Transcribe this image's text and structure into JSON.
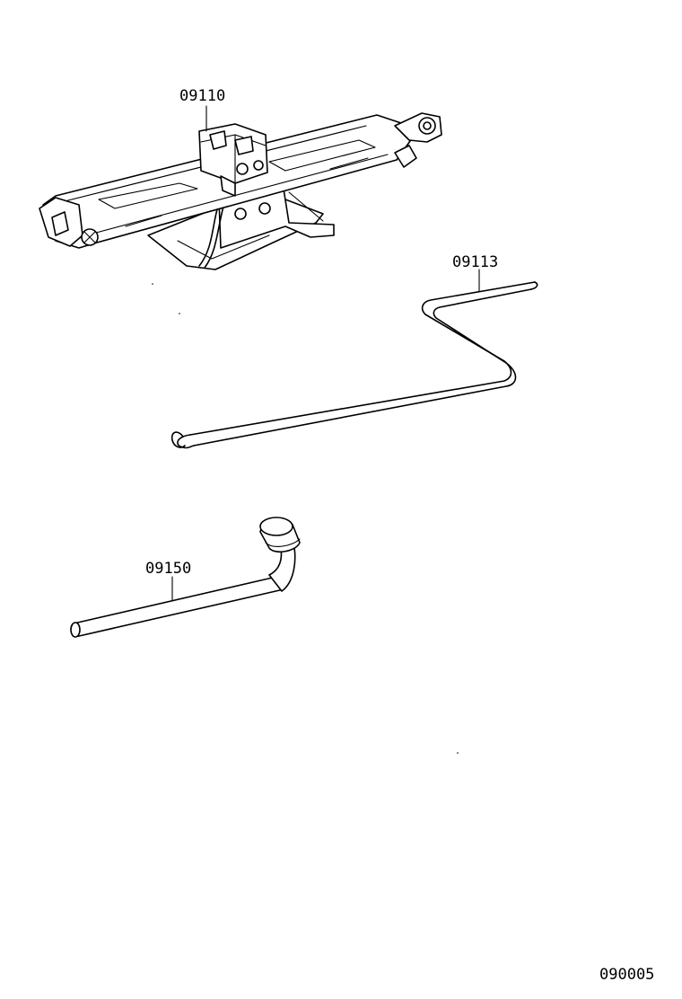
{
  "parts": [
    {
      "id": "jack",
      "part_number": "09110",
      "icon": "scissor-jack-icon"
    },
    {
      "id": "jack-handle",
      "part_number": "09113",
      "icon": "jack-handle-icon"
    },
    {
      "id": "wrench",
      "part_number": "09150",
      "icon": "lug-wrench-icon"
    }
  ],
  "diagram_code": "090005",
  "colors": {
    "line": "#000000",
    "background": "#ffffff"
  }
}
